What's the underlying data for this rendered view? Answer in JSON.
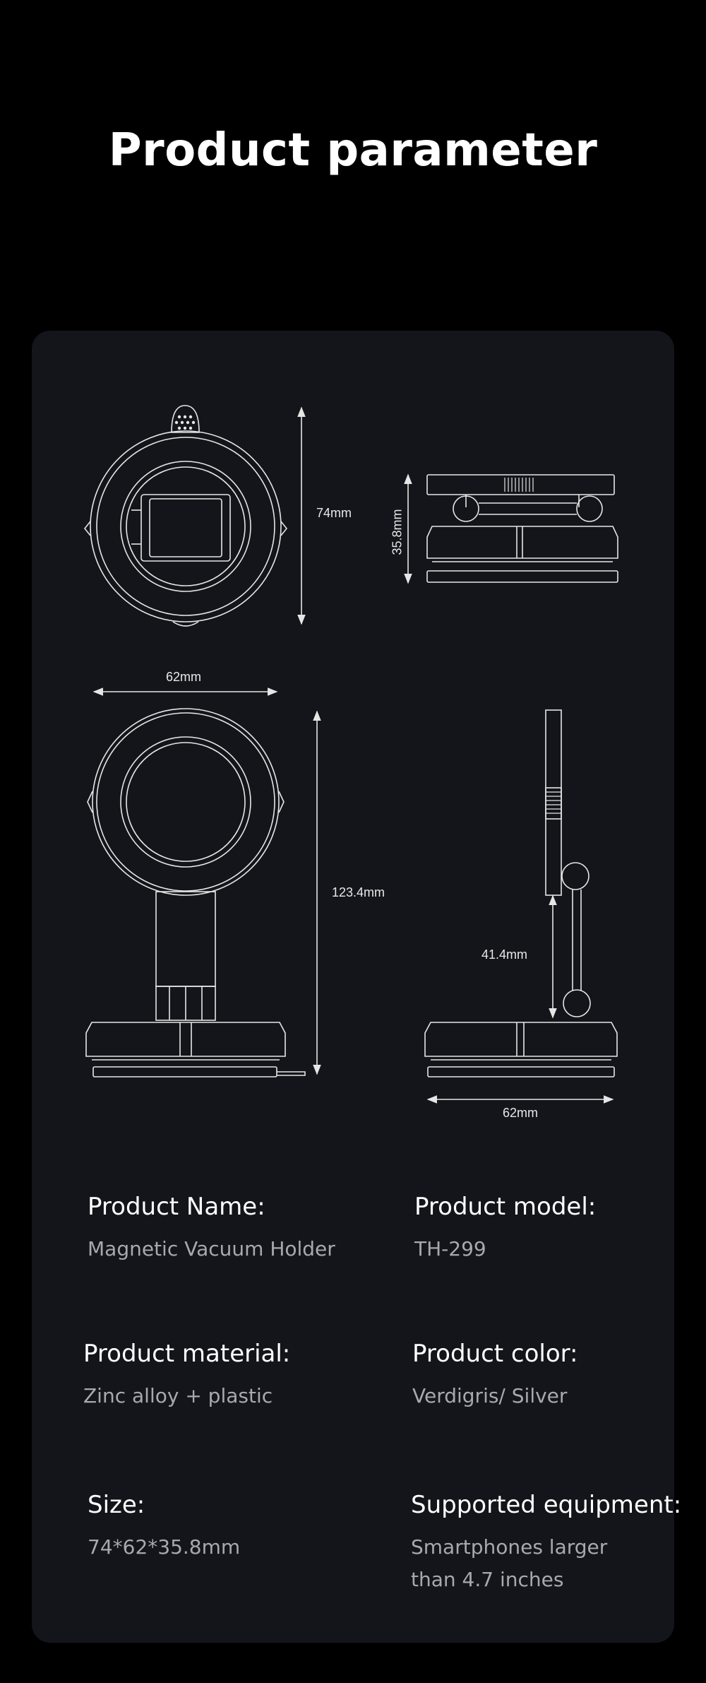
{
  "page": {
    "title": "Product parameter",
    "background": "#000000",
    "panel_background": "#14141b"
  },
  "dimensions": {
    "top_view_height": "74mm",
    "side_view_height": "35.8mm",
    "front_view_width": "62mm",
    "front_view_height": "123.4mm",
    "side_arm_height": "41.4mm",
    "side_base_width": "62mm"
  },
  "specs": {
    "name": {
      "label": "Product Name:",
      "value": "Magnetic Vacuum Holder"
    },
    "model": {
      "label": "Product model:",
      "value": "TH-299"
    },
    "material": {
      "label": "Product material:",
      "value": "Zinc alloy + plastic"
    },
    "color": {
      "label": "Product color:",
      "value": "Verdigris/ Silver"
    },
    "size": {
      "label": "Size:",
      "value": "74*62*35.8mm"
    },
    "equipment": {
      "label": "Supported equipment:",
      "value_line1": "Smartphones larger",
      "value_line2": "than 4.7 inches"
    }
  }
}
